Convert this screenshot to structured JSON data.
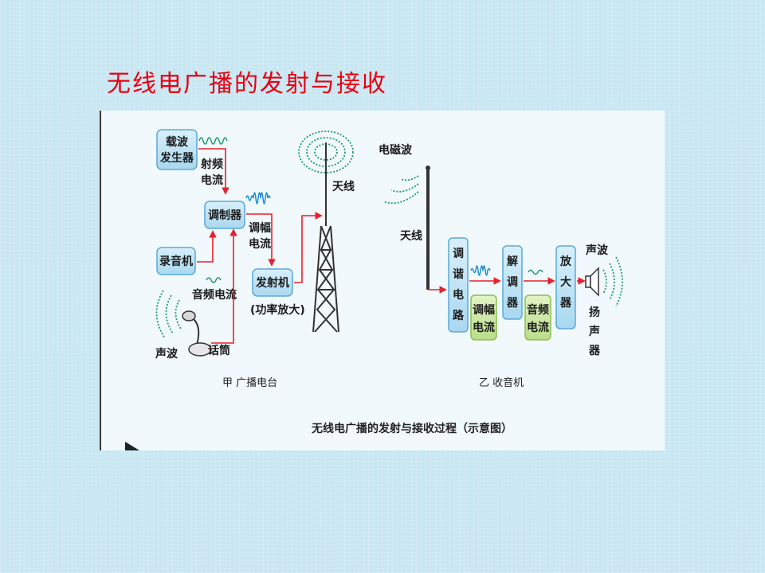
{
  "slide": {
    "title": "无线电广播的发射与接收"
  },
  "transmitter": {
    "carrier_generator": [
      "载波",
      "发生器"
    ],
    "rf_current": [
      "射频",
      "电流"
    ],
    "modulator": "调制器",
    "recorder": "录音机",
    "audio_current": "音频电流",
    "sound_wave": "声波",
    "microphone": "话筒",
    "am_current": [
      "调幅",
      "电流"
    ],
    "transmitter_box": "发射机",
    "power_amp": "(功率放大)",
    "antenna": "天线",
    "caption": "甲  广播电台"
  },
  "receiver": {
    "em_wave": "电磁波",
    "antenna": "天线",
    "tuning_circuit": [
      "调",
      "谐",
      "电",
      "路"
    ],
    "am_current": [
      "调幅",
      "电流"
    ],
    "demodulator": [
      "解",
      "调",
      "器"
    ],
    "audio_current": [
      "音频",
      "电流"
    ],
    "amplifier": [
      "放",
      "大",
      "器"
    ],
    "sound_wave": "声波",
    "speaker": [
      "扬",
      "声",
      "器"
    ],
    "caption": "乙  收音机"
  },
  "figure_caption": "无线电广播的发射与接收过程（示意图）",
  "colors": {
    "title_red": "#e60012",
    "box_blue": "#bfe3f5",
    "box_green": "#cfe8a8",
    "arrow_red": "#e8212b",
    "wave_green": "#1a9b6a",
    "wave_blue": "#1a8fd0"
  }
}
